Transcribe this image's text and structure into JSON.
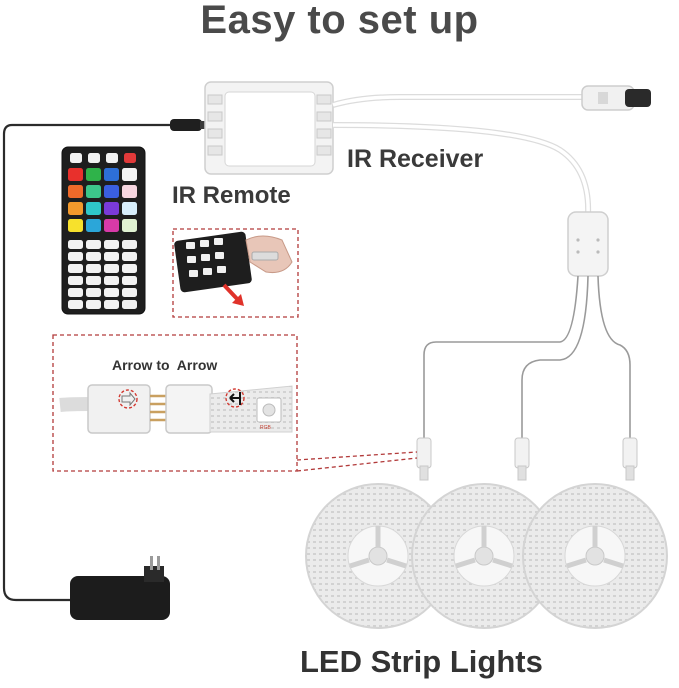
{
  "title": "Easy to set up",
  "labels": {
    "ir_receiver": "IR Receiver",
    "ir_remote": "IR Remote",
    "arrow_to_arrow": "Arrow to  Arrow",
    "led_strip_lights": "LED Strip Lights"
  },
  "colors": {
    "title_text": "#4a4a4a",
    "cable": "#2b2b2b",
    "dashed_frame": "#b23a3a",
    "arrow_red": "#e0322a",
    "remote_body": "#1e1e1e",
    "strip_reel": "#e9e9e9"
  },
  "remote_buttons": {
    "row1": [
      "#f2f2f2",
      "#f2f2f2",
      "#f2f2f2",
      "#e23a3a"
    ],
    "color_rows": [
      [
        "#e8302c",
        "#2fb34a",
        "#2d6fd8",
        "#f4f4f4"
      ],
      [
        "#f06a2a",
        "#3cc68a",
        "#3a5fe0",
        "#f7d6e0"
      ],
      [
        "#f39a2c",
        "#2fc7c9",
        "#7a3ad8",
        "#d7eefb"
      ],
      [
        "#f7e12c",
        "#2ba6d9",
        "#d83aa8",
        "#e0f2d2"
      ]
    ]
  }
}
